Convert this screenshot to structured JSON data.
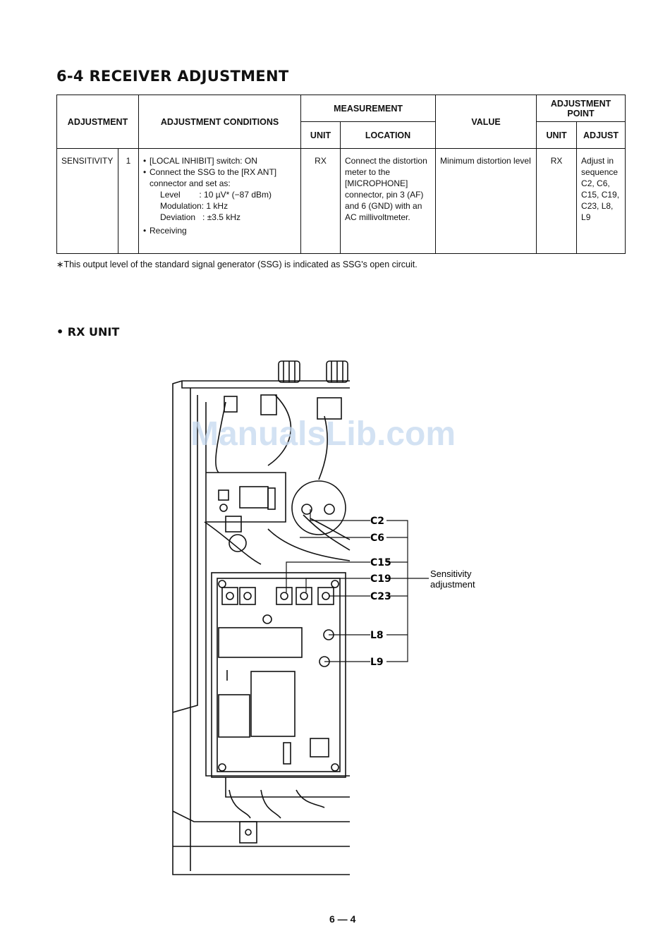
{
  "section": {
    "title": "6-4 RECEIVER ADJUSTMENT"
  },
  "table": {
    "headers": {
      "adjustment": "ADJUSTMENT",
      "conditions": "ADJUSTMENT CONDITIONS",
      "measurement": "MEASUREMENT",
      "unit": "UNIT",
      "location": "LOCATION",
      "value": "VALUE",
      "adjustment_point": "ADJUSTMENT POINT",
      "point_unit": "UNIT",
      "adjust": "ADJUST"
    },
    "rows": [
      {
        "adjustment": "SENSITIVITY",
        "step": "1",
        "conditions": [
          "[LOCAL INHIBIT] switch: ON",
          "Connect the SSG to the [RX ANT] connector and set as:"
        ],
        "settings": [
          "Level        : 10 µV* (−87 dBm)",
          "Modulation: 1 kHz",
          "Deviation   : ±3.5 kHz"
        ],
        "final_condition": "Receiving",
        "measure_unit": "RX",
        "location": "Connect the distortion meter to the [MICROPHONE] connector, pin 3 (AF) and 6 (GND) with an AC millivoltmeter.",
        "value": "Minimum distortion level",
        "point_unit": "RX",
        "adjust": "Adjust in sequence C2, C6, C15, C19, C23, L8, L9"
      }
    ]
  },
  "footnote": "∗This output level of the standard signal generator (SSG) is indicated as SSG's open circuit.",
  "unit_heading": "• RX UNIT",
  "watermark": "ManualsLib.com",
  "diagram": {
    "labels": [
      "C2",
      "C6",
      "C15",
      "C19",
      "C23",
      "L8",
      "L9"
    ],
    "annotation_line1": "Sensitivity",
    "annotation_line2": "adjustment"
  },
  "page_number": "6 — 4"
}
